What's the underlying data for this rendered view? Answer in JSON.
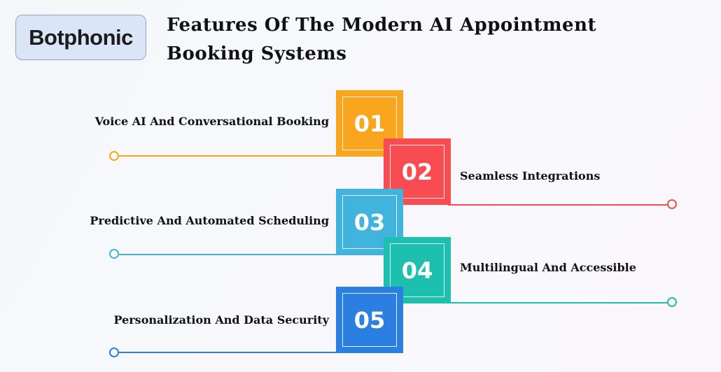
{
  "logo": {
    "text": "Botphonic"
  },
  "title": {
    "line1": "Features Of The Modern AI Appointment",
    "line2": "Booking Systems"
  },
  "features": [
    {
      "number": "01",
      "label": "Voice AI And Conversational Booking",
      "color": "#F9A51E"
    },
    {
      "number": "02",
      "label": "Seamless Integrations",
      "color": "#F84B52"
    },
    {
      "number": "03",
      "label": "Predictive And Automated Scheduling",
      "color": "#41B4DE"
    },
    {
      "number": "04",
      "label": "Multilingual And Accessible",
      "color": "#1DBFAE"
    },
    {
      "number": "05",
      "label": "Personalization And Data Security",
      "color": "#2B7FE0"
    }
  ]
}
